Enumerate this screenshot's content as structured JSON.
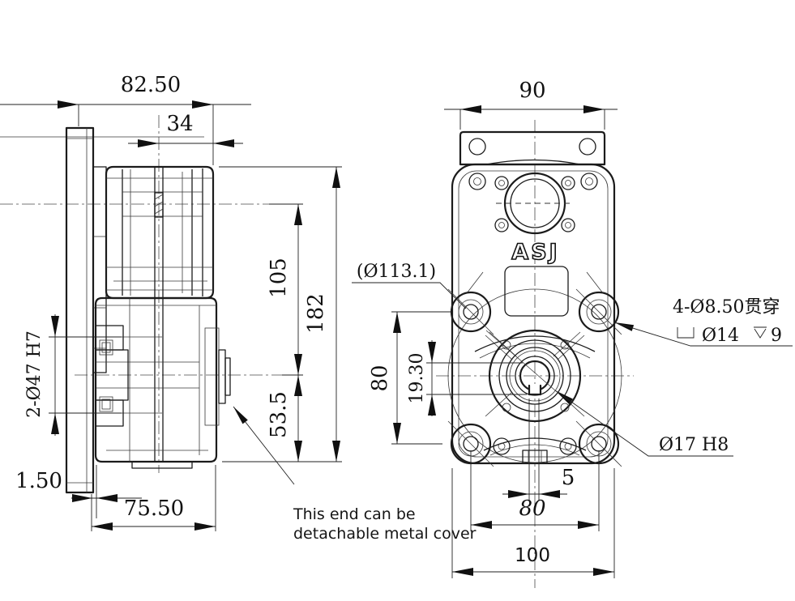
{
  "side_view": {
    "dim_overall_depth": "82.50",
    "dim_motor_end": "34",
    "dim_axis_distance": "105",
    "dim_overall_height": "182",
    "dim_axis_to_base": "53.5",
    "dim_bearing_bore": "2-Ø47 H7",
    "dim_flange_gap": "1.50",
    "dim_housing_depth": "75.50",
    "note_line1": "This end can be",
    "note_line2": "detachable metal cover"
  },
  "front_view": {
    "logo": "ASJ",
    "dim_flange_width": "90",
    "dim_boss_circle": "(Ø113.1)",
    "dim_hole_spacing_vertical": "80",
    "dim_keyway_depth": "19.30",
    "dim_keyway_width": "5",
    "dim_hole_spacing_horizontal": "80",
    "dim_overall_width": "100",
    "note_mount_holes": "4-Ø8.50贯穿",
    "note_counterbore_dia": "Ø14",
    "note_counterbore_depth": "9",
    "dim_output_bore": "Ø17 H8"
  }
}
